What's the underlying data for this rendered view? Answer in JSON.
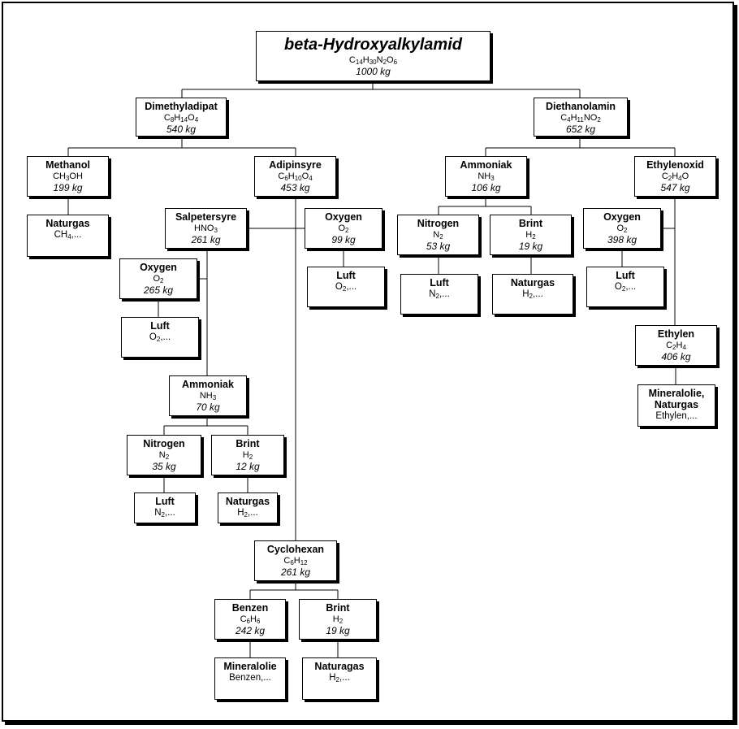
{
  "diagram": {
    "nodes": [
      {
        "id": "root",
        "name": "beta-Hydroxyalkylamid",
        "formula": [
          [
            "C",
            ""
          ],
          [
            "14",
            1
          ],
          [
            "H",
            ""
          ],
          [
            "30",
            1
          ],
          [
            "N",
            ""
          ],
          [
            "2",
            1
          ],
          [
            "O",
            ""
          ],
          [
            "6",
            1
          ]
        ],
        "mass": "1000 kg"
      },
      {
        "id": "dimethyladipat",
        "name": "Dimethyladipat",
        "formula": [
          [
            "C",
            ""
          ],
          [
            "8",
            1
          ],
          [
            "H",
            ""
          ],
          [
            "14",
            1
          ],
          [
            "O",
            ""
          ],
          [
            "4",
            1
          ]
        ],
        "mass": "540 kg"
      },
      {
        "id": "diethanolamin",
        "name": "Diethanolamin",
        "formula": [
          [
            "C",
            ""
          ],
          [
            "4",
            1
          ],
          [
            "H",
            ""
          ],
          [
            "11",
            1
          ],
          [
            "NO",
            ""
          ],
          [
            "2",
            1
          ]
        ],
        "mass": "652 kg"
      },
      {
        "id": "methanol",
        "name": "Methanol",
        "formula": [
          [
            "CH",
            ""
          ],
          [
            "3",
            1
          ],
          [
            "OH",
            ""
          ]
        ],
        "mass": "199 kg"
      },
      {
        "id": "naturgas1",
        "name": "Naturgas",
        "source": [
          [
            "CH",
            ""
          ],
          [
            "4",
            1
          ],
          [
            ",...",
            ""
          ]
        ]
      },
      {
        "id": "adipinsyre",
        "name": "Adipinsyre",
        "formula": [
          [
            "C",
            ""
          ],
          [
            "6",
            1
          ],
          [
            "H",
            ""
          ],
          [
            "10",
            1
          ],
          [
            "O",
            ""
          ],
          [
            "4",
            1
          ]
        ],
        "mass": "453 kg"
      },
      {
        "id": "salpetersyre",
        "name": "Salpetersyre",
        "formula": [
          [
            "HNO",
            ""
          ],
          [
            "3",
            1
          ]
        ],
        "mass": "261 kg"
      },
      {
        "id": "oxygen1",
        "name": "Oxygen",
        "formula": [
          [
            "O",
            ""
          ],
          [
            "2",
            1
          ]
        ],
        "mass": "99 kg"
      },
      {
        "id": "luft1",
        "name": "Luft",
        "source": [
          [
            "O",
            ""
          ],
          [
            "2",
            1
          ],
          [
            ",...",
            ""
          ]
        ]
      },
      {
        "id": "oxygen2",
        "name": "Oxygen",
        "formula": [
          [
            "O",
            ""
          ],
          [
            "2",
            1
          ]
        ],
        "mass": "265 kg"
      },
      {
        "id": "luft2",
        "name": "Luft",
        "source": [
          [
            "O",
            ""
          ],
          [
            "2",
            1
          ],
          [
            ",...",
            ""
          ]
        ]
      },
      {
        "id": "ammoniak1",
        "name": "Ammoniak",
        "formula": [
          [
            "NH",
            ""
          ],
          [
            "3",
            1
          ]
        ],
        "mass": "70 kg"
      },
      {
        "id": "nitrogen1",
        "name": "Nitrogen",
        "formula": [
          [
            "N",
            ""
          ],
          [
            "2",
            1
          ]
        ],
        "mass": "35 kg"
      },
      {
        "id": "brint1",
        "name": "Brint",
        "formula": [
          [
            "H",
            ""
          ],
          [
            "2",
            1
          ]
        ],
        "mass": "12 kg"
      },
      {
        "id": "luft3",
        "name": "Luft",
        "source": [
          [
            "N",
            ""
          ],
          [
            "2",
            1
          ],
          [
            ",...",
            ""
          ]
        ]
      },
      {
        "id": "naturgas2",
        "name": "Naturgas",
        "source": [
          [
            "H",
            ""
          ],
          [
            "2",
            1
          ],
          [
            ",...",
            ""
          ]
        ]
      },
      {
        "id": "cyclohexan",
        "name": "Cyclohexan",
        "formula": [
          [
            "C",
            ""
          ],
          [
            "6",
            1
          ],
          [
            "H",
            ""
          ],
          [
            "12",
            1
          ]
        ],
        "mass": "261 kg"
      },
      {
        "id": "benzen",
        "name": "Benzen",
        "formula": [
          [
            "C",
            ""
          ],
          [
            "6",
            1
          ],
          [
            "H",
            ""
          ],
          [
            "6",
            1
          ]
        ],
        "mass": "242 kg"
      },
      {
        "id": "brint2",
        "name": "Brint",
        "formula": [
          [
            "H",
            ""
          ],
          [
            "2",
            1
          ]
        ],
        "mass": "19 kg"
      },
      {
        "id": "mineralolie1",
        "name": "Mineralolie",
        "source": [
          [
            "Benzen,...",
            ""
          ]
        ]
      },
      {
        "id": "naturagas",
        "name": "Naturagas",
        "source": [
          [
            "H",
            ""
          ],
          [
            "2",
            1
          ],
          [
            ",...",
            ""
          ]
        ]
      },
      {
        "id": "ammoniak2",
        "name": "Ammoniak",
        "formula": [
          [
            "NH",
            ""
          ],
          [
            "3",
            1
          ]
        ],
        "mass": "106 kg"
      },
      {
        "id": "ethylenoxid",
        "name": "Ethylenoxid",
        "formula": [
          [
            "C",
            ""
          ],
          [
            "2",
            1
          ],
          [
            "H",
            ""
          ],
          [
            "4",
            1
          ],
          [
            "O",
            ""
          ]
        ],
        "mass": "547 kg"
      },
      {
        "id": "nitrogen2",
        "name": "Nitrogen",
        "formula": [
          [
            "N",
            ""
          ],
          [
            "2",
            1
          ]
        ],
        "mass": "53 kg"
      },
      {
        "id": "brint3",
        "name": "Brint",
        "formula": [
          [
            "H",
            ""
          ],
          [
            "2",
            1
          ]
        ],
        "mass": "19 kg"
      },
      {
        "id": "luft4",
        "name": "Luft",
        "source": [
          [
            "N",
            ""
          ],
          [
            "2",
            1
          ],
          [
            ",...",
            ""
          ]
        ]
      },
      {
        "id": "naturgas3",
        "name": "Naturgas",
        "source": [
          [
            "H",
            ""
          ],
          [
            "2",
            1
          ],
          [
            ",...",
            ""
          ]
        ]
      },
      {
        "id": "oxygen3",
        "name": "Oxygen",
        "formula": [
          [
            "O",
            ""
          ],
          [
            "2",
            1
          ]
        ],
        "mass": "398 kg"
      },
      {
        "id": "luft5",
        "name": "Luft",
        "source": [
          [
            "O",
            ""
          ],
          [
            "2",
            1
          ],
          [
            ",...",
            ""
          ]
        ]
      },
      {
        "id": "ethylen",
        "name": "Ethylen",
        "formula": [
          [
            "C",
            ""
          ],
          [
            "2",
            1
          ],
          [
            "H",
            ""
          ],
          [
            "4",
            1
          ]
        ],
        "mass": "406 kg"
      },
      {
        "id": "mineralolie2",
        "name": "Mineralolie,\nNaturgas",
        "source": [
          [
            "Ethylen,...",
            ""
          ]
        ]
      }
    ],
    "edges": [
      [
        "root",
        "dimethyladipat"
      ],
      [
        "root",
        "diethanolamin"
      ],
      [
        "dimethyladipat",
        "methanol"
      ],
      [
        "dimethyladipat",
        "adipinsyre"
      ],
      [
        "methanol",
        "naturgas1"
      ],
      [
        "adipinsyre",
        "salpetersyre"
      ],
      [
        "adipinsyre",
        "oxygen1"
      ],
      [
        "adipinsyre",
        "cyclohexan"
      ],
      [
        "oxygen1",
        "luft1"
      ],
      [
        "salpetersyre",
        "oxygen2"
      ],
      [
        "salpetersyre",
        "ammoniak1"
      ],
      [
        "oxygen2",
        "luft2"
      ],
      [
        "ammoniak1",
        "nitrogen1"
      ],
      [
        "ammoniak1",
        "brint1"
      ],
      [
        "nitrogen1",
        "luft3"
      ],
      [
        "brint1",
        "naturgas2"
      ],
      [
        "cyclohexan",
        "benzen"
      ],
      [
        "cyclohexan",
        "brint2"
      ],
      [
        "benzen",
        "mineralolie1"
      ],
      [
        "brint2",
        "naturagas"
      ],
      [
        "diethanolamin",
        "ammoniak2"
      ],
      [
        "diethanolamin",
        "ethylenoxid"
      ],
      [
        "ammoniak2",
        "nitrogen2"
      ],
      [
        "ammoniak2",
        "brint3"
      ],
      [
        "nitrogen2",
        "luft4"
      ],
      [
        "brint3",
        "naturgas3"
      ],
      [
        "ethylenoxid",
        "oxygen3"
      ],
      [
        "ethylenoxid",
        "ethylen"
      ],
      [
        "oxygen3",
        "luft5"
      ],
      [
        "ethylen",
        "mineralolie2"
      ]
    ]
  }
}
